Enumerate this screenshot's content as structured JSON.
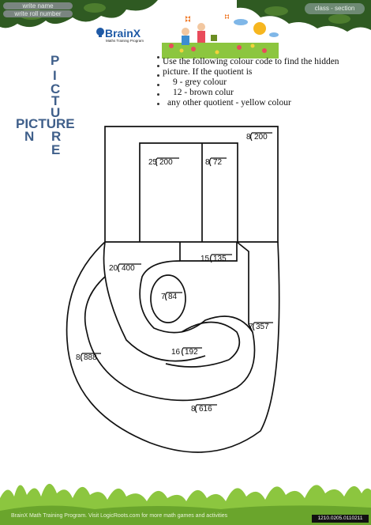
{
  "header": {
    "name_label": "write name",
    "roll_label": "write roll number",
    "class_label": "class - section",
    "brand": "BrainX",
    "brand_sub": "Maths Training Program"
  },
  "title": {
    "vertical": [
      "P",
      "I",
      "C",
      "T",
      "U",
      "R",
      "E"
    ],
    "horizontal": "PICTURE",
    "n_letter": "N"
  },
  "instructions": [
    "Use the following colour code to find the hidden",
    "picture. If the quotient is",
    "9 - grey colour",
    "12 - brown colur",
    "any other quotient - yellow colour"
  ],
  "problems": [
    {
      "divisor": "8",
      "dividend": "200"
    },
    {
      "divisor": "25",
      "dividend": "200"
    },
    {
      "divisor": "8",
      "dividend": "72"
    },
    {
      "divisor": "20",
      "dividend": "400"
    },
    {
      "divisor": "15",
      "dividend": "135"
    },
    {
      "divisor": "7",
      "dividend": "84"
    },
    {
      "divisor": "7",
      "dividend": "357"
    },
    {
      "divisor": "8",
      "dividend": "888"
    },
    {
      "divisor": "16",
      "dividend": "192"
    },
    {
      "divisor": "8",
      "dividend": "616"
    }
  ],
  "footer": {
    "text": "BrainX Math Training Program. Visit LogicRoots.com for more math games and activities",
    "code": "1210.0205.0110211"
  },
  "colors": {
    "title_blue": "#3f5f8a",
    "brand_blue": "#1f5aa6",
    "grass_green": "#8cc63f",
    "leaf_dark": "#2f5a22"
  }
}
